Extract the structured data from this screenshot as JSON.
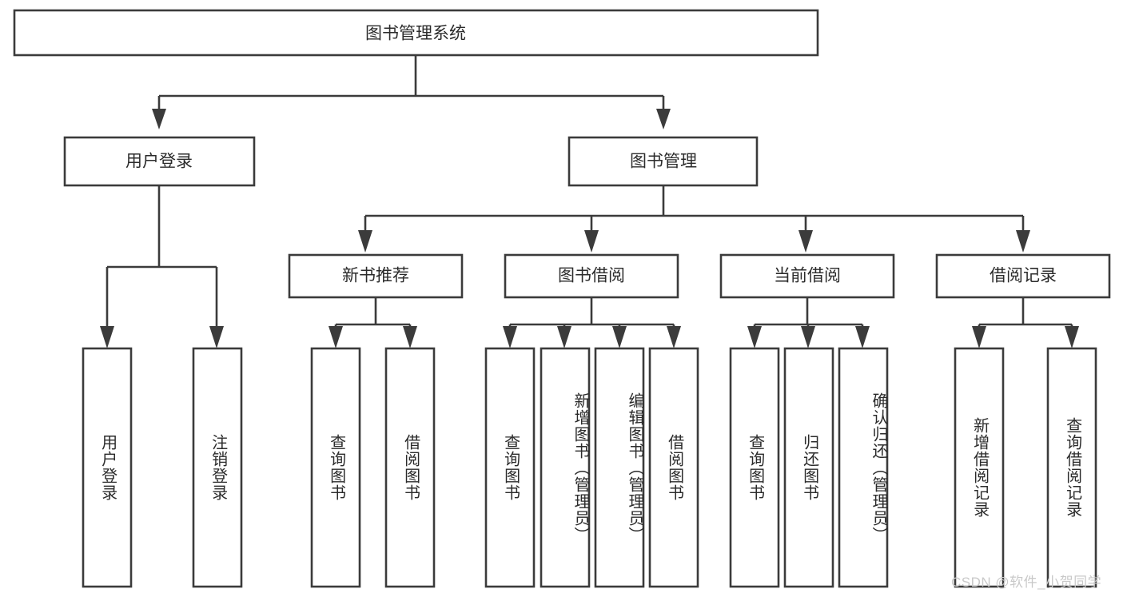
{
  "diagram": {
    "title": "图书管理系统",
    "type": "hierarchy-tree",
    "watermark": "CSDN @软件_小贺同学",
    "colors": {
      "stroke": "#3b3b3b",
      "fill": "#ffffff",
      "text": "#2b2b2b",
      "watermark": "#c9c9c9"
    },
    "nodes": {
      "root": {
        "label": "图书管理系统"
      },
      "level1": [
        {
          "id": "user-login",
          "label": "用户登录"
        },
        {
          "id": "book-manage",
          "label": "图书管理"
        }
      ],
      "level2": [
        {
          "id": "new-book-recommend",
          "label": "新书推荐"
        },
        {
          "id": "book-borrow",
          "label": "图书借阅"
        },
        {
          "id": "current-borrow",
          "label": "当前借阅"
        },
        {
          "id": "borrow-record",
          "label": "借阅记录"
        }
      ],
      "leaves": {
        "user_login": [
          {
            "id": "leaf-user-login",
            "label": "用户登录"
          },
          {
            "id": "leaf-logout-login",
            "label": "注销登录"
          }
        ],
        "new_book_recommend": [
          {
            "id": "leaf-query-book-1",
            "label": "查询图书"
          },
          {
            "id": "leaf-borrow-book-1",
            "label": "借阅图书"
          }
        ],
        "book_borrow": [
          {
            "id": "leaf-query-book-2",
            "label": "查询图书"
          },
          {
            "id": "leaf-add-book",
            "label": "新增图书（管理员）"
          },
          {
            "id": "leaf-edit-book",
            "label": "编辑图书（管理员）"
          },
          {
            "id": "leaf-borrow-book-2",
            "label": "借阅图书"
          }
        ],
        "current_borrow": [
          {
            "id": "leaf-query-book-3",
            "label": "查询图书"
          },
          {
            "id": "leaf-return-book",
            "label": "归还图书"
          },
          {
            "id": "leaf-confirm-return",
            "label": "确认归还（管理员）"
          }
        ],
        "borrow_record": [
          {
            "id": "leaf-add-record",
            "label": "新增借阅记录"
          },
          {
            "id": "leaf-query-record",
            "label": "查询借阅记录"
          }
        ]
      }
    }
  }
}
